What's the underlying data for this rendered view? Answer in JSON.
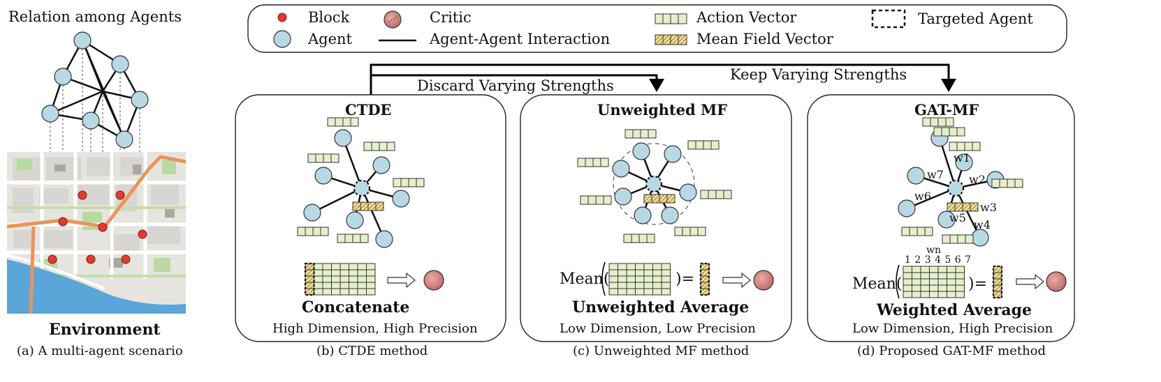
{
  "left_panel": {
    "title": "Relation among Agents",
    "env_label": "Environment",
    "caption": "(a) A multi-agent scenario"
  },
  "legend": {
    "block": "Block",
    "agent": "Agent",
    "critic": "Critic",
    "interaction": "Agent-Agent Interaction",
    "action_vector": "Action Vector",
    "mean_field_vector": "Mean Field Vector",
    "targeted_agent": "Targeted Agent"
  },
  "arrows": {
    "discard": "Discard Varying Strengths",
    "keep": "Keep Varying Strengths"
  },
  "panels": [
    {
      "title": "CTDE",
      "method": "Concatenate",
      "note": "High Dimension, High Precision",
      "caption": "(b) CTDE method"
    },
    {
      "title": "Unweighted MF",
      "method": "Unweighted Average",
      "note": "Low Dimension, Low Precision",
      "caption": "(c) Unweighted MF method",
      "mean_label": "Mean(",
      "eq_label": ")="
    },
    {
      "title": "GAT-MF",
      "method": "Weighted Average",
      "note": "Low Dimension, High Precision",
      "caption": "(d) Proposed GAT-MF method",
      "mean_label": "Mean(",
      "eq_label": ")=",
      "wn_label": "wn",
      "col_indices": "1 2 3 4 5 6 7"
    }
  ],
  "weights": [
    "w1",
    "w2",
    "w3",
    "w4",
    "w5",
    "w6",
    "w7"
  ],
  "colors": {
    "agent": "#b9d8e6",
    "block": "#e23b2e",
    "action_vector": "#e6efcc",
    "mean_field": "#f3dd95",
    "critic": "#d98b86",
    "map_base": "#e8e6e2",
    "river": "#5aa6d8",
    "route": "#e8955a"
  }
}
